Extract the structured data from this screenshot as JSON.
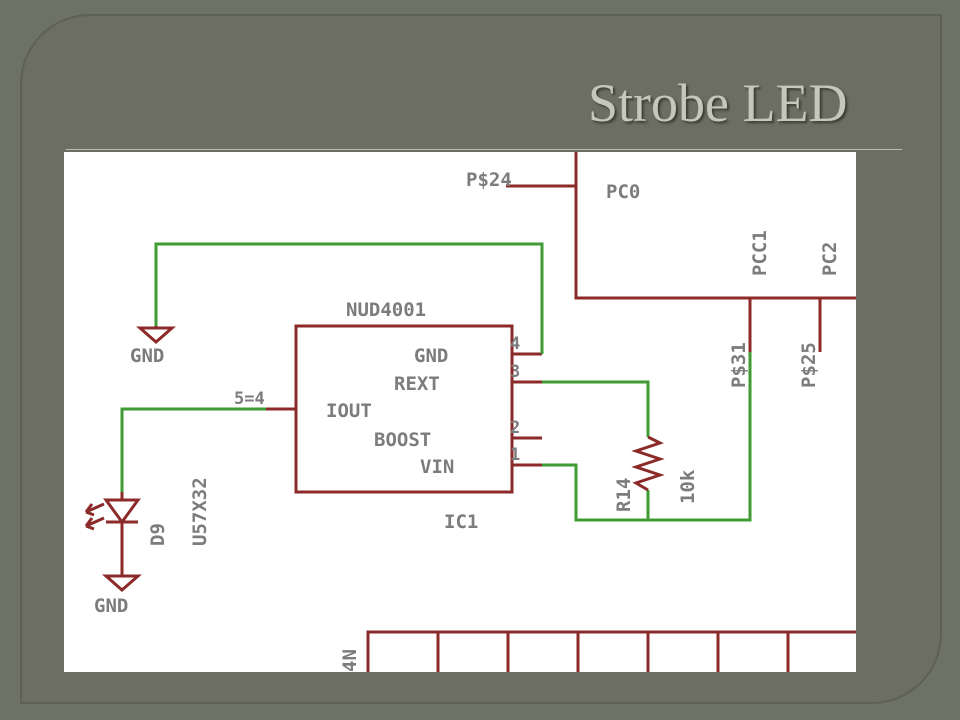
{
  "slide": {
    "title": "Strobe LED",
    "colors": {
      "background": "#6e7264",
      "title": "#c4c7bc",
      "wire_part": "#8c2a2a",
      "wire_net": "#3f9b36",
      "label": "#7c7c7c"
    }
  },
  "schematic": {
    "connector": {
      "pins": [
        "PC0",
        "PCC1",
        "PC2"
      ],
      "pads": [
        "P$24",
        "P$31",
        "P$25"
      ]
    },
    "ic": {
      "name": "NUD4001",
      "ref": "IC1",
      "pins": [
        {
          "num": "4",
          "name": "GND"
        },
        {
          "num": "3",
          "name": "REXT"
        },
        {
          "num": "2",
          "name": "BOOST"
        },
        {
          "num": "1",
          "name": "VIN"
        }
      ],
      "iout": {
        "name": "IOUT",
        "num": "5=4"
      }
    },
    "resistor": {
      "ref": "R14",
      "value": "10k"
    },
    "led": {
      "ref": "D9",
      "value": "U57X32"
    },
    "gnd_label": "GND",
    "bottom_part_label": "4N"
  }
}
